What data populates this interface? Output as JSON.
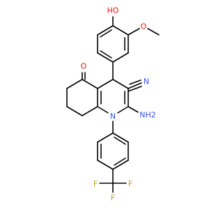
{
  "molecule": {
    "atoms": {
      "hydroxyl": {
        "text": "HO",
        "color": "#ff0d0d"
      },
      "methoxy_o": {
        "text": "O",
        "color": "#ff0d0d"
      },
      "ketone_o": {
        "text": "O",
        "color": "#ff0d0d"
      },
      "nitrile_n": {
        "text": "N",
        "color": "#3050f8"
      },
      "ring_n": {
        "text": "N",
        "color": "#3050f8"
      },
      "amine": {
        "text": "NH2",
        "color": "#3050f8"
      },
      "fluorine_1": {
        "text": "F",
        "color": "#b3a800"
      },
      "fluorine_2": {
        "text": "F",
        "color": "#b3a800"
      },
      "fluorine_3": {
        "text": "F",
        "color": "#b3a800"
      }
    }
  }
}
